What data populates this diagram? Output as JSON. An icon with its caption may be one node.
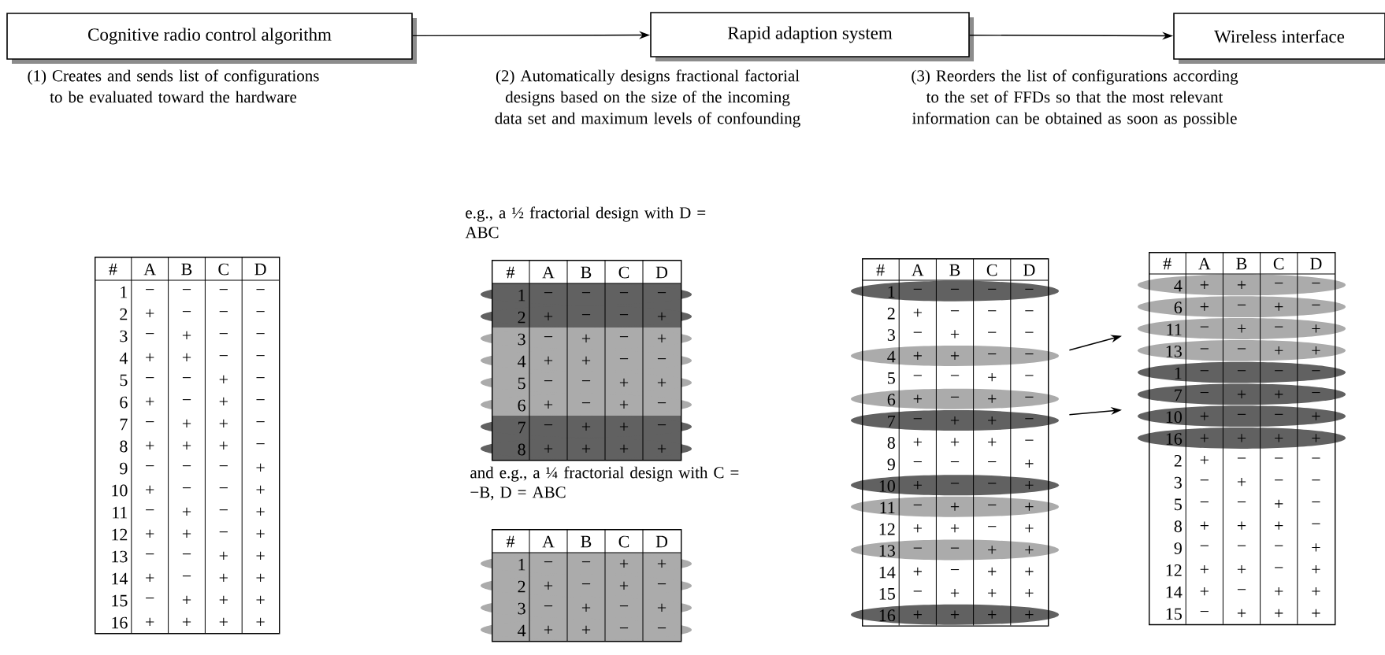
{
  "diagram": {
    "nodes": [
      {
        "text": [
          "Cognitive radio control algorithm"
        ],
        "beside": [
          "(1) Creates and sends list of configurations to be evaluated toward the hardware"
        ]
      },
      {
        "text": [
          "Rapid adaption system"
        ],
        "beside": [
          "(2) Automatically designs fractional factorial designs based on the size of the incoming data set and maximum levels of confounding"
        ]
      },
      {
        "text": [
          "Wireless interface"
        ],
        "beside": [
          "(3) Reorders the list of configurations according to the set of FFDs so that the most relevant information can be obtained as soon as possible"
        ]
      },
      {
        "text": [
          "#",
          "A",
          "B",
          "C",
          "D",
          "1",
          "−",
          "−",
          "−",
          "−",
          "2",
          "+",
          "−",
          "−",
          "−",
          "3",
          "−",
          "+",
          "−",
          "−",
          "4",
          "+",
          "+",
          "−",
          "−",
          "5",
          "−",
          "−",
          "+",
          "−",
          "6",
          "+",
          "−",
          "+",
          "−",
          "7",
          "−",
          "+",
          "+",
          "−",
          "8",
          "+",
          "+",
          "+",
          "−",
          "9",
          "−",
          "−",
          "−",
          "+",
          "10",
          "+",
          "−",
          "−",
          "+",
          "11",
          "−",
          "+",
          "−",
          "+",
          "12",
          "+",
          "+",
          "−",
          "+",
          "13",
          "−",
          "−",
          "+",
          "+",
          "14",
          "+",
          "−",
          "+",
          "+",
          "15",
          "−",
          "+",
          "+",
          "+",
          "16",
          "+",
          "+",
          "+",
          "+"
        ]
      },
      {
        "text": [
          "#",
          "A",
          "B",
          "C",
          "D",
          "1",
          "−",
          "−",
          "−",
          "−",
          "2",
          "+",
          "−",
          "−",
          "+",
          "3",
          "−",
          "+",
          "−",
          "+",
          "4",
          "+",
          "+",
          "−",
          "−",
          "5",
          "−",
          "−",
          "+",
          "+",
          "6",
          "+",
          "−",
          "+",
          "−",
          "7",
          "−",
          "+",
          "+",
          "−",
          "8",
          "+",
          "+",
          "+",
          "+"
        ]
      },
      {
        "text": [
          "#",
          "A",
          "B",
          "C",
          "D",
          "1",
          "−",
          "−",
          "+",
          "+",
          "2",
          "+",
          "−",
          "+",
          "−",
          "3",
          "−",
          "+",
          "−",
          "+",
          "4",
          "+",
          "+",
          "−",
          "−"
        ]
      },
      {
        "text": [
          "#",
          "A",
          "B",
          "C",
          "D",
          "1",
          "−",
          "−",
          "−",
          "−",
          "2",
          "+",
          "−",
          "−",
          "−",
          "3",
          "−",
          "+",
          "−",
          "−",
          "4",
          "+",
          "+",
          "−",
          "−",
          "5",
          "−",
          "−",
          "+",
          "−",
          "6",
          "+",
          "−",
          "+",
          "−",
          "7",
          "−",
          "+",
          "+",
          "−",
          "8",
          "+",
          "+",
          "+",
          "−",
          "9",
          "−",
          "−",
          "−",
          "+",
          "10",
          "+",
          "−",
          "−",
          "+",
          "11",
          "−",
          "+",
          "−",
          "+",
          "12",
          "+",
          "+",
          "−",
          "+",
          "13",
          "−",
          "−",
          "+",
          "+",
          "14",
          "+",
          "−",
          "+",
          "+",
          "15",
          "−",
          "+",
          "+",
          "+",
          "16",
          "+",
          "+",
          "+",
          "+"
        ]
      },
      {
        "text": [
          "#",
          "A",
          "B",
          "C",
          "D",
          "4",
          "+",
          "+",
          "−",
          "−",
          "6",
          "+",
          "−",
          "+",
          "−",
          "11",
          "−",
          "+",
          "−",
          "+",
          "13",
          "−",
          "−",
          "+",
          "+",
          "1",
          "−",
          "−",
          "−",
          "−",
          "7",
          "−",
          "+",
          "+",
          "−",
          "10",
          "+",
          "−",
          "−",
          "+",
          "16",
          "+",
          "+",
          "+",
          "+",
          "2",
          "+",
          "−",
          "−",
          "−",
          "3",
          "−",
          "+",
          "−",
          "−",
          "5",
          "−",
          "−",
          "+",
          "−",
          "8",
          "+",
          "+",
          "+",
          "−",
          "9",
          "−",
          "−",
          "−",
          "+",
          "12",
          "+",
          "+",
          "−",
          "+",
          "14",
          "+",
          "−",
          "+",
          "+",
          "15",
          "−",
          "+",
          "+",
          "+"
        ]
      }
    ],
    "edges": [
      {
        "from": 0,
        "to": 1,
        "arrow": "to"
      },
      {
        "from": 1,
        "to": 2,
        "arrow": "to"
      },
      {
        "from": 6,
        "to": 7,
        "arrow": "to"
      },
      {
        "from": 6,
        "to": 7,
        "arrow": "to"
      }
    ],
    "labels": [
      "e.g., a ½ fractorial design with D = ABC",
      "and e.g., a ¼ fractorial design with C = −B, D = ABC"
    ]
  }
}
